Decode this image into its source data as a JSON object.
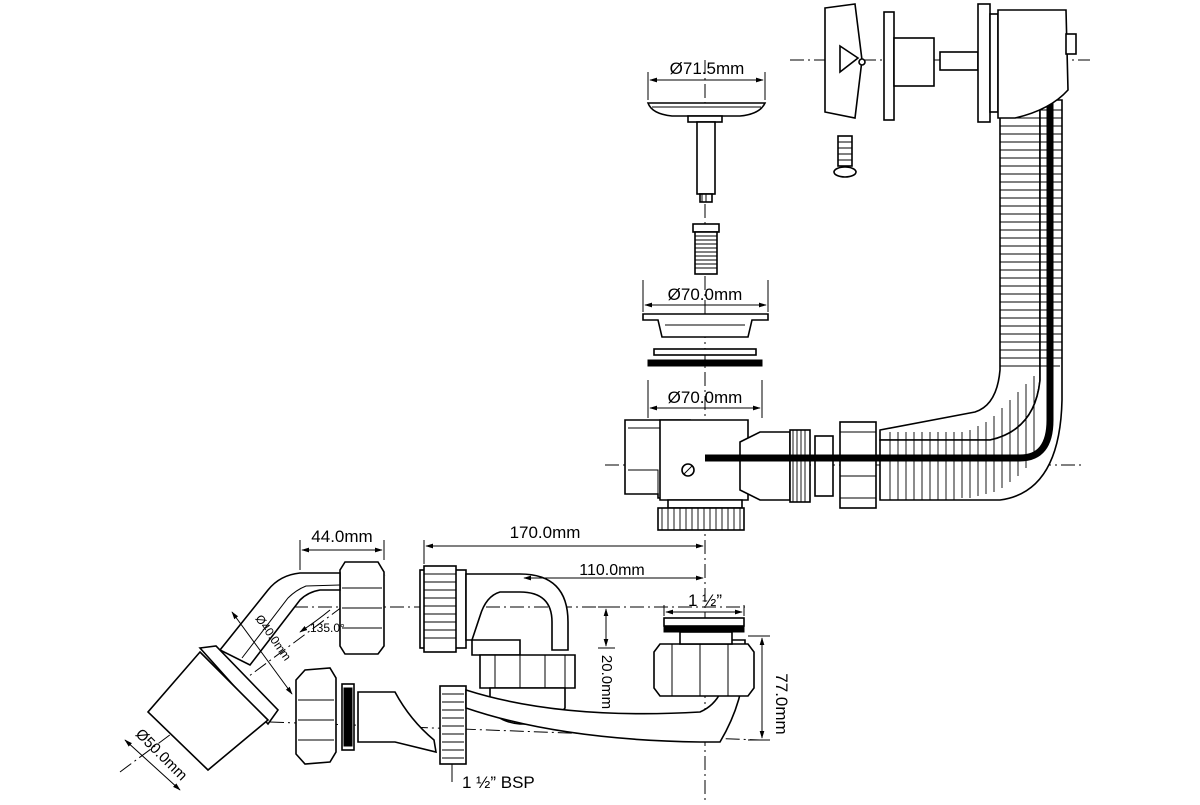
{
  "dimensions": {
    "cap_diameter": "Ø71.5mm",
    "strainer_diameter": "Ø70.0mm",
    "seal_diameter": "Ø70.0mm",
    "elbow_offset": "44.0mm",
    "trap_span": "170.0mm",
    "trap_outlet_span": "110.0mm",
    "inlet_thread": "1 ½”",
    "water_seal": "20.0mm",
    "trap_height": "77.0mm",
    "outlet_thread": "1 ½” BSP",
    "pipe_inner_diameter": "Ø40.0mm",
    "elbow_angle": "135.0°",
    "pipe_outer_diameter": "Ø50.0mm"
  },
  "colors": {
    "line": "#000000",
    "background": "#ffffff"
  }
}
